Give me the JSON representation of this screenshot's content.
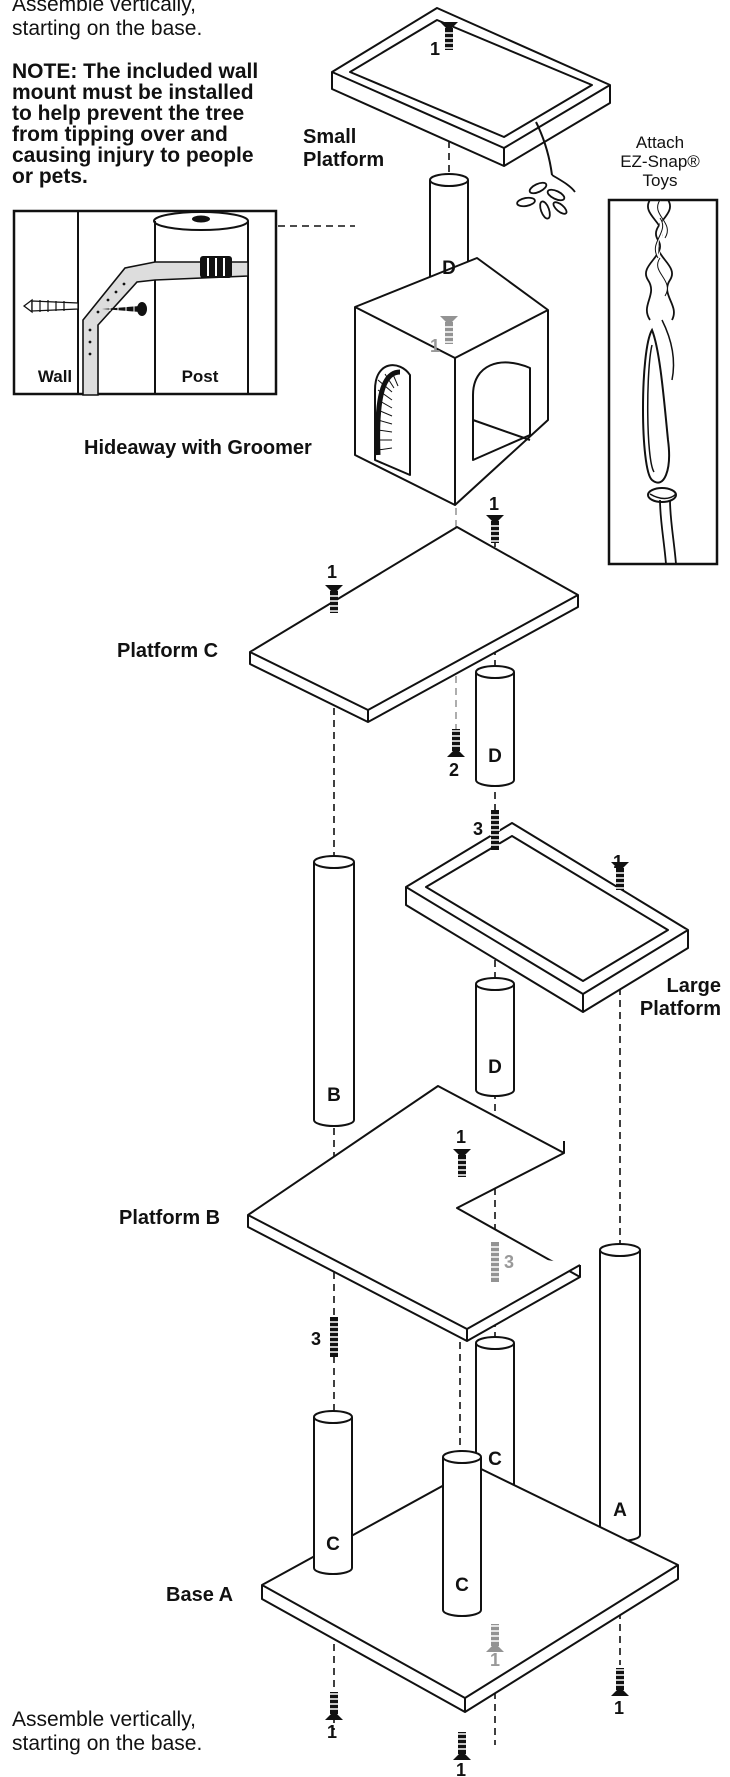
{
  "intro_top": [
    "Assemble vertically,",
    "starting on the base."
  ],
  "note": [
    "NOTE: The included wall",
    "mount must be installed",
    "to help prevent the tree",
    "from tipping over and",
    "causing injury to people",
    "or pets."
  ],
  "wall_mount": {
    "wall_label": "Wall",
    "post_label": "Post"
  },
  "labels": {
    "small_platform": [
      "Small",
      "Platform"
    ],
    "hideaway": "Hideaway with Groomer",
    "platform_c": "Platform C",
    "large_platform": [
      "Large",
      "Platform"
    ],
    "platform_b": "Platform B",
    "base_a": "Base A"
  },
  "attach_toys": [
    "Attach",
    "EZ-Snap®",
    "Toys"
  ],
  "intro_bottom": [
    "Assemble vertically,",
    "starting on the base."
  ],
  "post_letters": {
    "d1": "D",
    "d2": "D",
    "d3": "D",
    "b": "B",
    "a": "A",
    "c1": "C",
    "c2": "C",
    "c3": "C"
  },
  "hardware_numbers": {
    "n1": "1",
    "n2": "1",
    "n3": "1",
    "n4": "1",
    "n5": "2",
    "n6": "3",
    "n7": "1",
    "n8": "1",
    "n9": "3",
    "n10": "3",
    "n11": "1",
    "n12": "1",
    "n13": "1",
    "n14": "1"
  }
}
